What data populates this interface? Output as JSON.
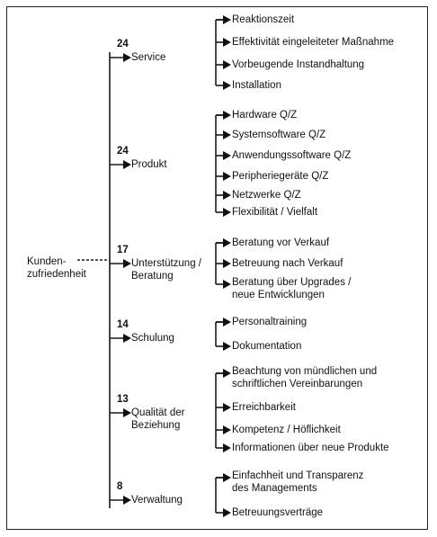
{
  "root": {
    "line1": "Kunden-",
    "line2": "zufriedenheit"
  },
  "categories": [
    {
      "weight": "24",
      "label1": "Service",
      "label2": "",
      "items": [
        {
          "l1": "Reaktionszeit",
          "l2": ""
        },
        {
          "l1": "Effektivität eingeleiteter Maßnahme",
          "l2": ""
        },
        {
          "l1": "Vorbeugende Instandhaltung",
          "l2": ""
        },
        {
          "l1": "Installation",
          "l2": ""
        }
      ]
    },
    {
      "weight": "24",
      "label1": "Produkt",
      "label2": "",
      "items": [
        {
          "l1": "Hardware Q/Z",
          "l2": ""
        },
        {
          "l1": "Systemsoftware Q/Z",
          "l2": ""
        },
        {
          "l1": "Anwendungssoftware Q/Z",
          "l2": ""
        },
        {
          "l1": "Peripheriegeräte Q/Z",
          "l2": ""
        },
        {
          "l1": "Netzwerke Q/Z",
          "l2": ""
        },
        {
          "l1": "Flexibilität / Vielfalt",
          "l2": ""
        }
      ]
    },
    {
      "weight": "17",
      "label1": "Unterstützung /",
      "label2": "Beratung",
      "items": [
        {
          "l1": "Beratung vor Verkauf",
          "l2": ""
        },
        {
          "l1": "Betreuung nach Verkauf",
          "l2": ""
        },
        {
          "l1": "Beratung über Upgrades /",
          "l2": "neue Entwicklungen"
        }
      ]
    },
    {
      "weight": "14",
      "label1": "Schulung",
      "label2": "",
      "items": [
        {
          "l1": "Personaltraining",
          "l2": ""
        },
        {
          "l1": "Dokumentation",
          "l2": ""
        }
      ]
    },
    {
      "weight": "13",
      "label1": "Qualität der",
      "label2": "Beziehung",
      "items": [
        {
          "l1": "Beachtung von mündlichen und",
          "l2": "schriftlichen Vereinbarungen"
        },
        {
          "l1": "Erreichbarkeit",
          "l2": ""
        },
        {
          "l1": "Kompetenz / Höflichkeit",
          "l2": ""
        },
        {
          "l1": "Informationen über neue Produkte",
          "l2": ""
        }
      ]
    },
    {
      "weight": "8",
      "label1": "Verwaltung",
      "label2": "",
      "items": [
        {
          "l1": "Einfachheit und Transparenz",
          "l2": "des Managements"
        },
        {
          "l1": "Betreuungsverträge",
          "l2": ""
        }
      ]
    }
  ]
}
